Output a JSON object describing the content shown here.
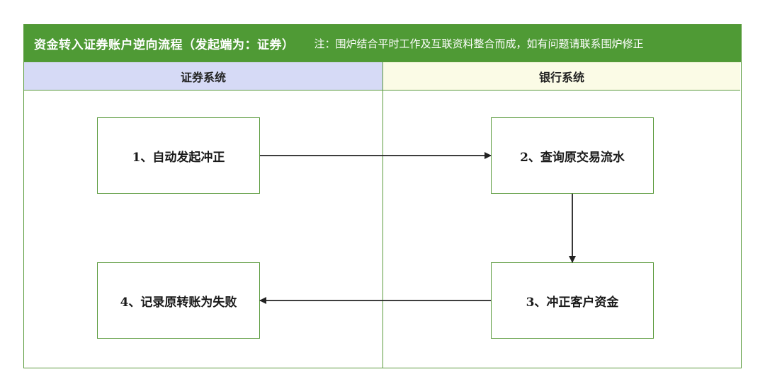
{
  "header": {
    "title": "资金转入证券账户逆向流程（发起端为：证券）",
    "note": "注：围炉结合平时工作及互联资料整合而成，如有问题请联系围炉修正",
    "bg_color": "#4f9a35"
  },
  "lanes": [
    {
      "label": "证券系统",
      "bg_color": "#d6daf6"
    },
    {
      "label": "银行系统",
      "bg_color": "#fbfbe6"
    }
  ],
  "steps": [
    {
      "label": "1、自动发起冲正",
      "lane": "证券系统"
    },
    {
      "label": "2、查询原交易流水",
      "lane": "银行系统"
    },
    {
      "label": "3、冲正客户资金",
      "lane": "银行系统"
    },
    {
      "label": "4、记录原转账为失败",
      "lane": "证券系统"
    }
  ],
  "flows": [
    {
      "from": "1、自动发起冲正",
      "to": "2、查询原交易流水"
    },
    {
      "from": "2、查询原交易流水",
      "to": "3、冲正客户资金"
    },
    {
      "from": "3、冲正客户资金",
      "to": "4、记录原转账为失败"
    }
  ],
  "border_color": "#5a9a3c"
}
